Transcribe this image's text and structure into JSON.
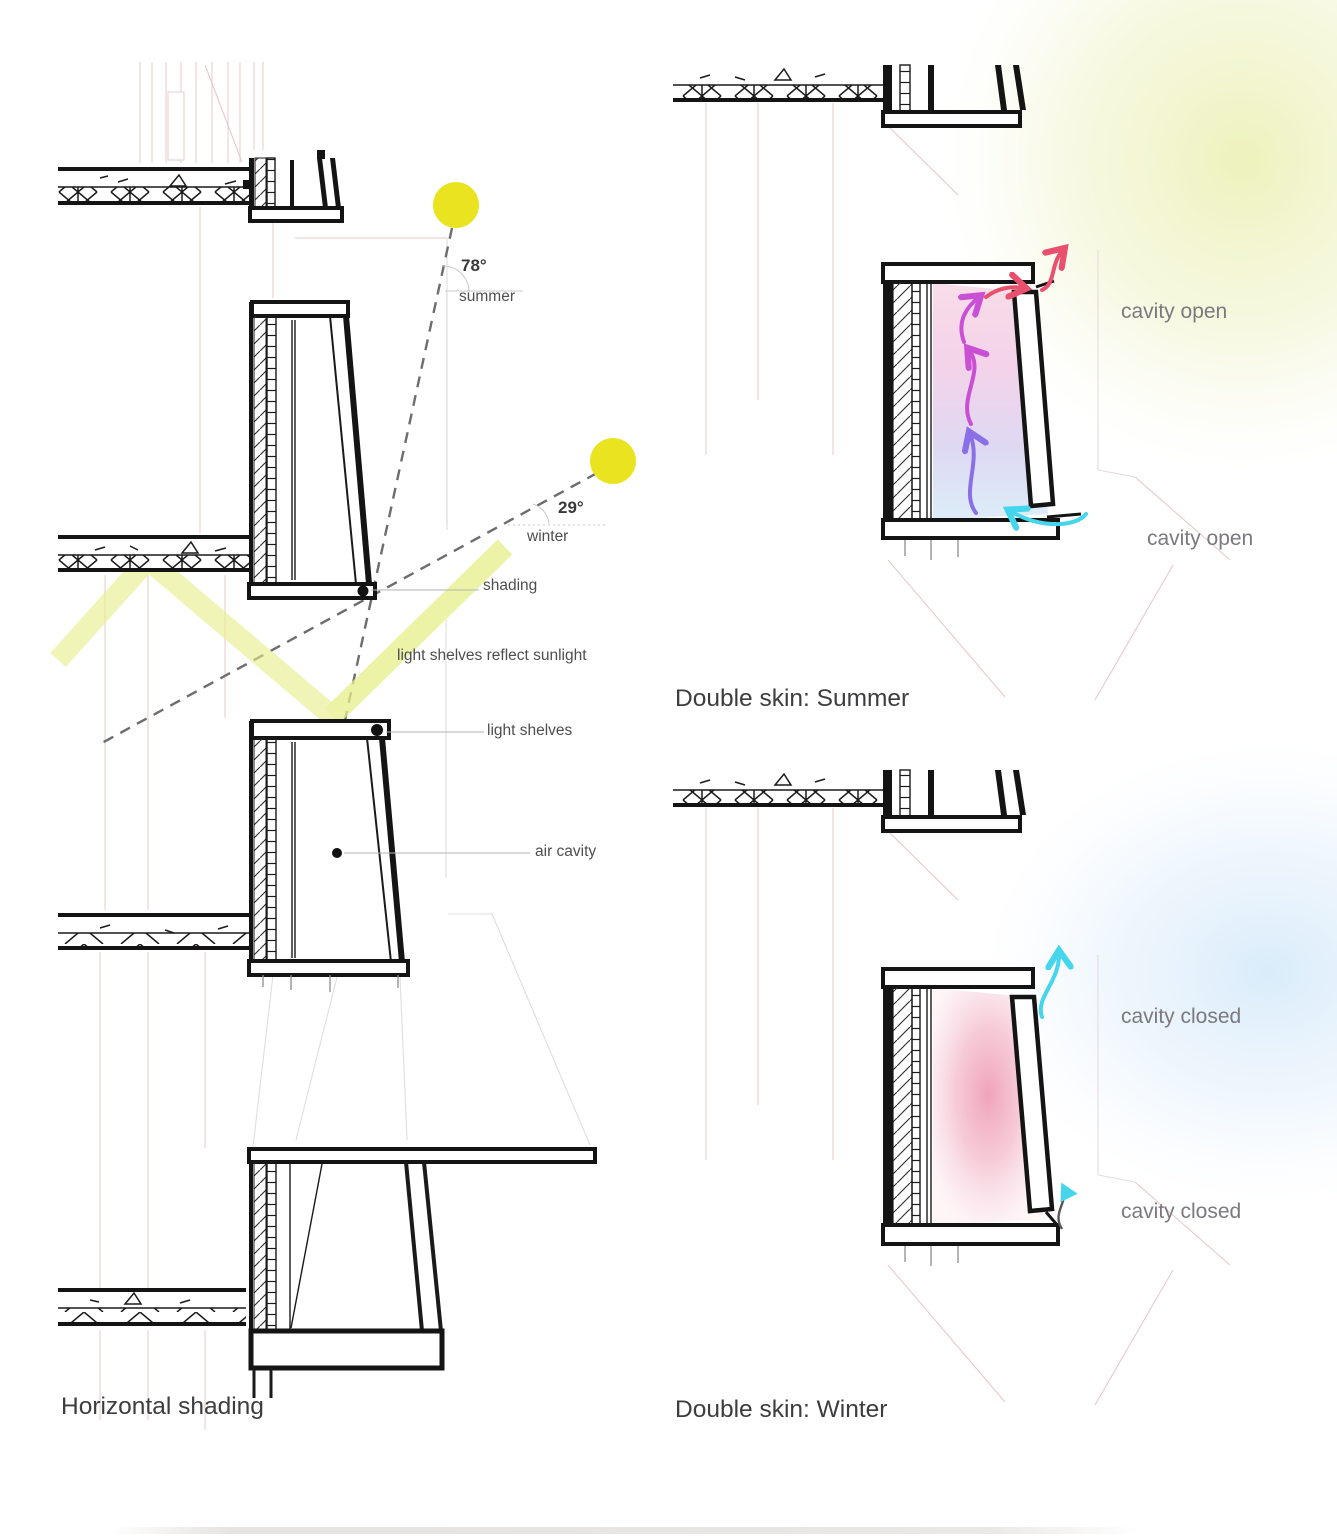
{
  "panels": {
    "horizontal_shading": {
      "title": "Horizontal shading",
      "summer_sun": {
        "angle": "78°",
        "season": "summer"
      },
      "winter_sun": {
        "angle": "29°",
        "season": "winter"
      },
      "annotations": {
        "shading": "shading",
        "reflect_sunlight": "light shelves reflect sunlight",
        "light_shelves": "light shelves",
        "air_cavity": "air cavity"
      }
    },
    "double_skin_summer": {
      "title": "Double skin: Summer",
      "cavity_state_top": "cavity open",
      "cavity_state_bottom": "cavity open"
    },
    "double_skin_winter": {
      "title": "Double skin: Winter",
      "cavity_state_top": "cavity closed",
      "cavity_state_bottom": "cavity closed"
    }
  },
  "colors": {
    "sun": "#e9e41f",
    "shading_band": "#e7ef8b",
    "warm_air_arrow": "#e8506e",
    "mixing_air_arrow": "#c94fd4",
    "rising_air_arrow": "#8a6fe6",
    "cool_air_arrow": "#45d6ee",
    "summer_glow": "#eef2bb",
    "winter_glow": "#d7ebfa",
    "winter_cavity_heat": "#ef9cb5",
    "underlay_pink": "#eed6d6"
  }
}
